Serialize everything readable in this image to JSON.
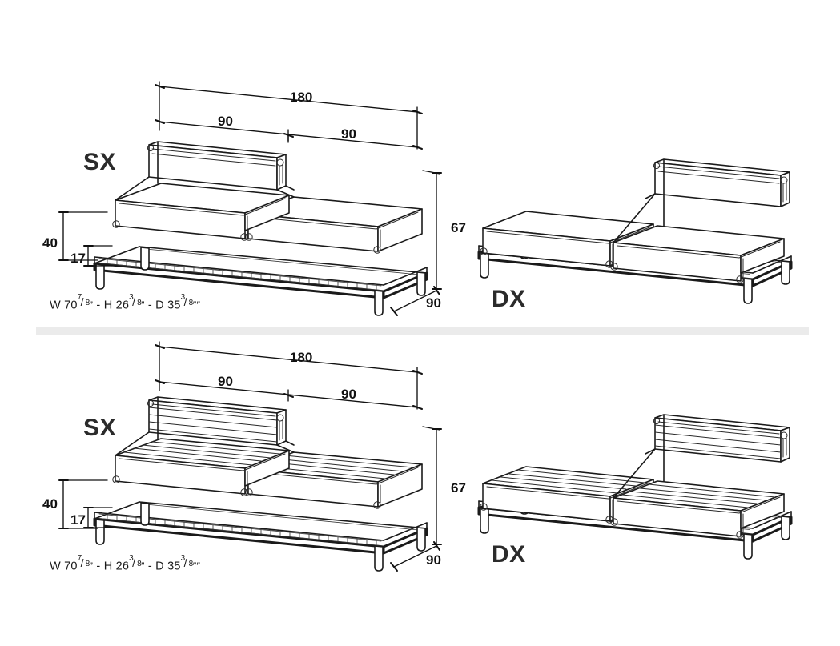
{
  "page": {
    "title": "Modular Sofa Configuration Drawing",
    "background_color": "#ffffff",
    "divider_color": "#ebebeb",
    "line_color": "#1a1a1a"
  },
  "panels": [
    {
      "id": "top-row",
      "variant_label": "smooth-cushion",
      "left_view": {
        "orientation_label": "SX",
        "description": "Two-seat modular sofa, backrest on left module"
      },
      "right_view": {
        "orientation_label": "DX",
        "description": "Two-seat modular sofa, backrest on right module"
      },
      "dimensions": {
        "total_width": "180",
        "module_width_left": "90",
        "module_width_right": "90",
        "seat_height": "40",
        "base_height": "17",
        "overall_height": "67",
        "depth": "90"
      },
      "imperial": {
        "width_prefix": "W",
        "width_whole": "70",
        "width_num": "7",
        "width_den": "8",
        "width_unit": "”",
        "sep1": "-",
        "height_prefix": "H",
        "height_whole": "26",
        "height_num": "3",
        "height_den": "8",
        "height_unit": "”",
        "sep2": "-",
        "depth_prefix": "D",
        "depth_whole": "35",
        "depth_num": "3",
        "depth_den": "8",
        "depth_unit": "″″"
      }
    },
    {
      "id": "bottom-row",
      "variant_label": "ribbed-cushion",
      "left_view": {
        "orientation_label": "SX",
        "description": "Two-seat modular sofa with slatted cushions, backrest on left module"
      },
      "right_view": {
        "orientation_label": "DX",
        "description": "Two-seat modular sofa with slatted cushions, backrest on right module"
      },
      "dimensions": {
        "total_width": "180",
        "module_width_left": "90",
        "module_width_right": "90",
        "seat_height": "40",
        "base_height": "17",
        "overall_height": "67",
        "depth": "90"
      },
      "imperial": {
        "width_prefix": "W",
        "width_whole": "70",
        "width_num": "7",
        "width_den": "8",
        "width_unit": "”",
        "sep1": "-",
        "height_prefix": "H",
        "height_whole": "26",
        "height_num": "3",
        "height_den": "8",
        "height_unit": "”",
        "sep2": "-",
        "depth_prefix": "D",
        "depth_whole": "35",
        "depth_num": "3",
        "depth_den": "8",
        "depth_unit": "″″"
      }
    }
  ]
}
